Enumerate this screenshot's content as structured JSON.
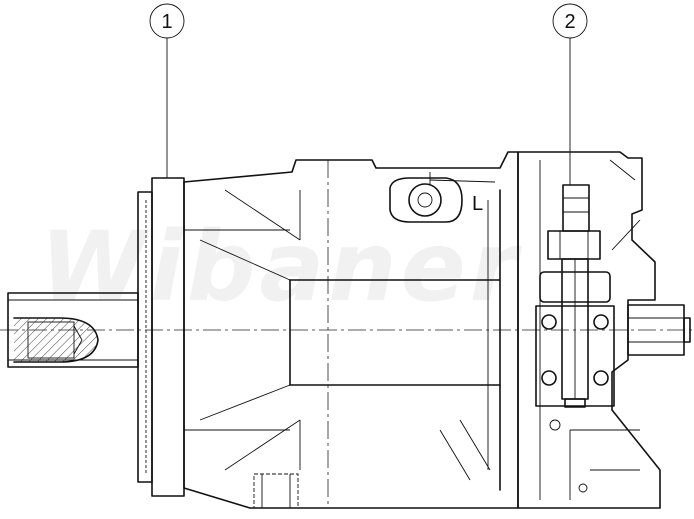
{
  "callouts": [
    {
      "id": "1",
      "label": "1"
    },
    {
      "id": "2",
      "label": "2"
    }
  ],
  "port_label": "L",
  "watermark": "Wibaner"
}
